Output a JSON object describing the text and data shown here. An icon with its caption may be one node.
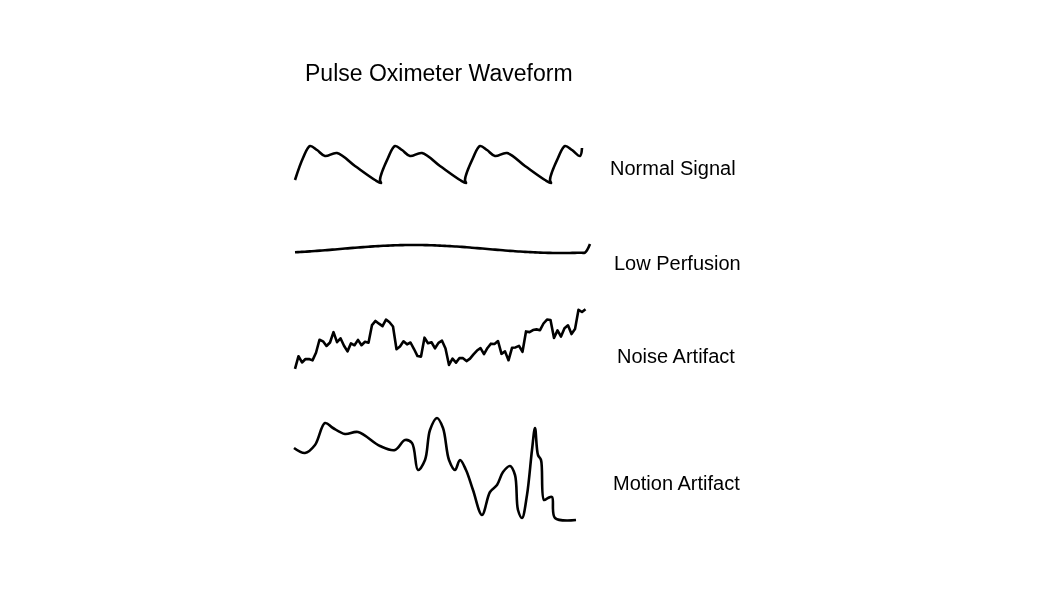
{
  "diagram": {
    "title": "Pulse Oximeter Waveform",
    "labels": [
      "Normal Signal",
      "Low Perfusion",
      "Noise Artifact",
      "Motion Artifact"
    ]
  }
}
